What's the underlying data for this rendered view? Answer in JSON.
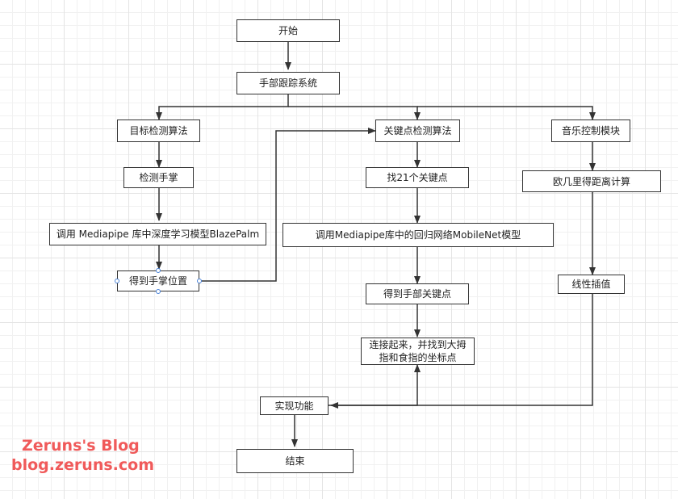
{
  "nodes": {
    "start": "开始",
    "hand_tracking": "手部跟踪系统",
    "detection_algo": "目标检测算法",
    "keypoint_algo": "关键点检测算法",
    "music_control": "音乐控制模块",
    "detect_palm": "检测手掌",
    "find_21": "找21个关键点",
    "euclidean": "欧几里得距离计算",
    "blazepalm": "调用 Mediapipe 库中深度学习模型BlazePalm",
    "mobilenet": "调用Mediapipe库中的回归网络MobileNet模型",
    "palm_position": "得到手掌位置",
    "linear_interp": "线性插值",
    "hand_keypoints": "得到手部关键点",
    "connect_line1": "连接起来，并找到大拇",
    "connect_line2": "指和食指的坐标点",
    "implement": "实现功能",
    "end": "结束"
  },
  "watermark": {
    "line1": "Zeruns's Blog",
    "line2": "blog.zeruns.com"
  },
  "colors": {
    "line": "#333333",
    "selection_handle": "#4b84d9",
    "watermark": "#f05a5a"
  }
}
